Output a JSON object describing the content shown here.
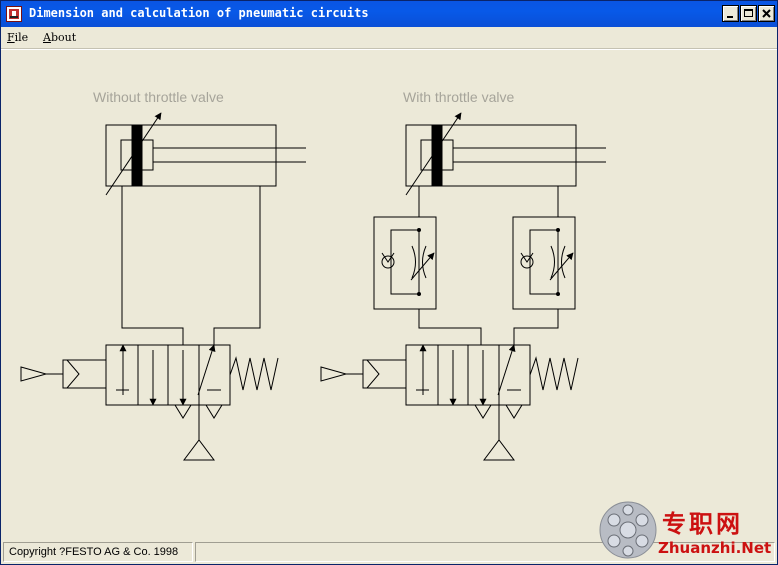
{
  "window": {
    "title": "Dimension and calculation of pneumatic circuits",
    "controls": {
      "minimize": "minimize-button",
      "maximize": "maximize-button",
      "close": "close-button"
    }
  },
  "menu": {
    "items": [
      {
        "label": "File",
        "accel": "F",
        "rest": "ile"
      },
      {
        "label": "About",
        "accel": "A",
        "rest": "bout"
      }
    ]
  },
  "diagrams": [
    {
      "title": "Without throttle valve",
      "has_throttle": false
    },
    {
      "title": "With throttle valve",
      "has_throttle": true
    }
  ],
  "status": {
    "copyright": "Copyright ?FESTO AG & Co. 1998"
  },
  "watermark": {
    "chinese": "专职网",
    "latin": "Zhuanzhi.Net"
  },
  "colors": {
    "titlebar": "#0a55e3",
    "background": "#ece9d8",
    "diagram_title": "#a6a49a",
    "watermark": "#cc1111"
  }
}
